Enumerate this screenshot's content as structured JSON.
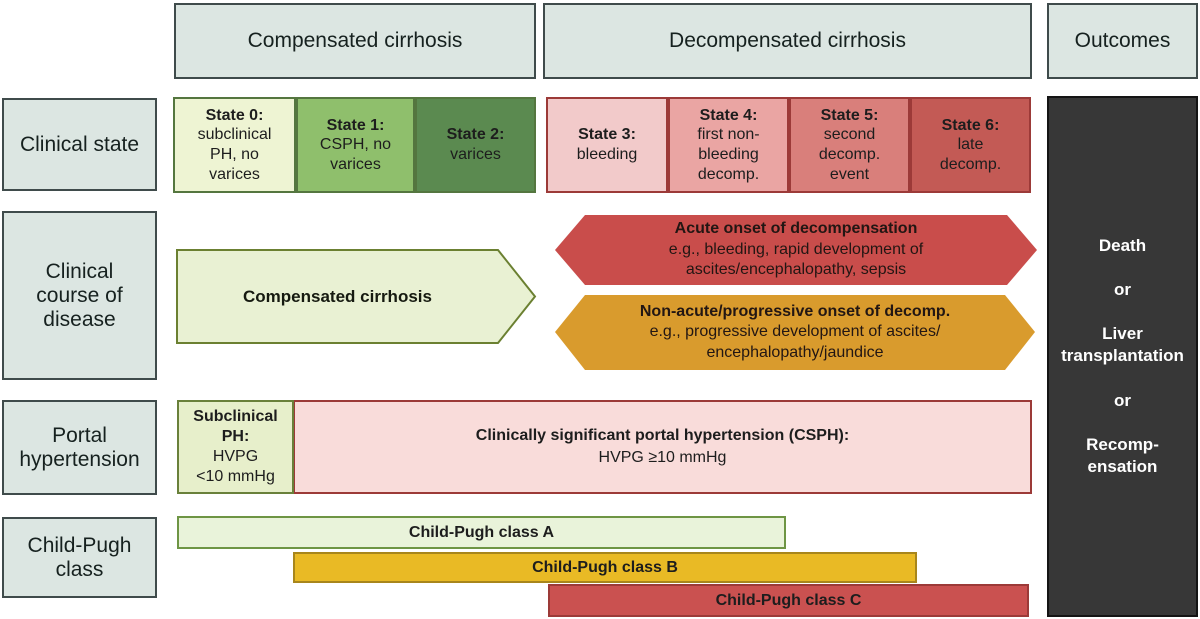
{
  "palette": {
    "header_fill": "#dce6e2",
    "header_border": "#3f4b4b",
    "state0_fill": "#eef4d3",
    "state1_fill": "#8fbf6c",
    "state2_fill": "#5b8a50",
    "green_state_border": "#54763f",
    "state3_fill": "#f2caca",
    "state4_fill": "#eaa5a3",
    "state5_fill": "#d97f7b",
    "state6_fill": "#c35a55",
    "red_state_border": "#9c3a38",
    "compensated_arrow_fill": "#e9f1d3",
    "compensated_arrow_border": "#6b8031",
    "acute_arrow_fill": "#c94d4b",
    "nonacute_arrow_fill": "#d99b2d",
    "subclinical_box_fill": "#e7efcb",
    "csph_box_fill": "#f9dcda",
    "child_pugh_a_fill": "#e9f3da",
    "child_pugh_b_fill": "#e9ba25",
    "child_pugh_c_fill": "#ca5150",
    "outcome_box_fill": "#373737",
    "text_dark": "#1d1d1d",
    "text_light": "#ffffff"
  },
  "headers": {
    "compensated": "Compensated cirrhosis",
    "decompensated": "Decompensated cirrhosis",
    "outcomes": "Outcomes"
  },
  "row_labels": {
    "clinical_state": "Clinical state",
    "clinical_course": "Clinical\ncourse of\ndisease",
    "portal_hypertension": "Portal\nhypertension",
    "child_pugh": "Child-Pugh\nclass"
  },
  "clinical_states": [
    {
      "title": "State 0:",
      "desc": "subclinical\nPH, no\nvarices"
    },
    {
      "title": "State 1:",
      "desc": "CSPH, no\nvarices"
    },
    {
      "title": "State 2:",
      "desc": "varices"
    },
    {
      "title": "State 3:",
      "desc": "bleeding"
    },
    {
      "title": "State 4:",
      "desc": "first non-\nbleeding\ndecomp."
    },
    {
      "title": "State 5:",
      "desc": "second\ndecomp.\nevent"
    },
    {
      "title": "State 6:",
      "desc": "late\ndecomp."
    }
  ],
  "clinical_course": {
    "compensated_arrow_label": "Compensated cirrhosis",
    "acute": {
      "title": "Acute onset of decompensation",
      "line1": "e.g., bleeding, rapid development of",
      "line2": "ascites/encephalopathy, sepsis"
    },
    "nonacute": {
      "title": "Non-acute/progressive onset of decomp.",
      "line1": "e.g., progressive development of ascites/",
      "line2": "encephalopathy/jaundice"
    }
  },
  "portal_hypertension": {
    "subclinical": {
      "title": "Subclinical PH:",
      "value": "HVPG\n<10 mmHg"
    },
    "csph": {
      "title": "Clinically significant portal hypertension (CSPH):",
      "value": "HVPG ≥10 mmHg"
    }
  },
  "child_pugh": {
    "bars": [
      {
        "label": "Child-Pugh class A"
      },
      {
        "label": "Child-Pugh class B"
      },
      {
        "label": "Child-Pugh class C"
      }
    ]
  },
  "outcomes": {
    "lines": [
      "Death",
      "or",
      "Liver\ntransplantation",
      "or",
      "Recomp-\nensation"
    ]
  }
}
